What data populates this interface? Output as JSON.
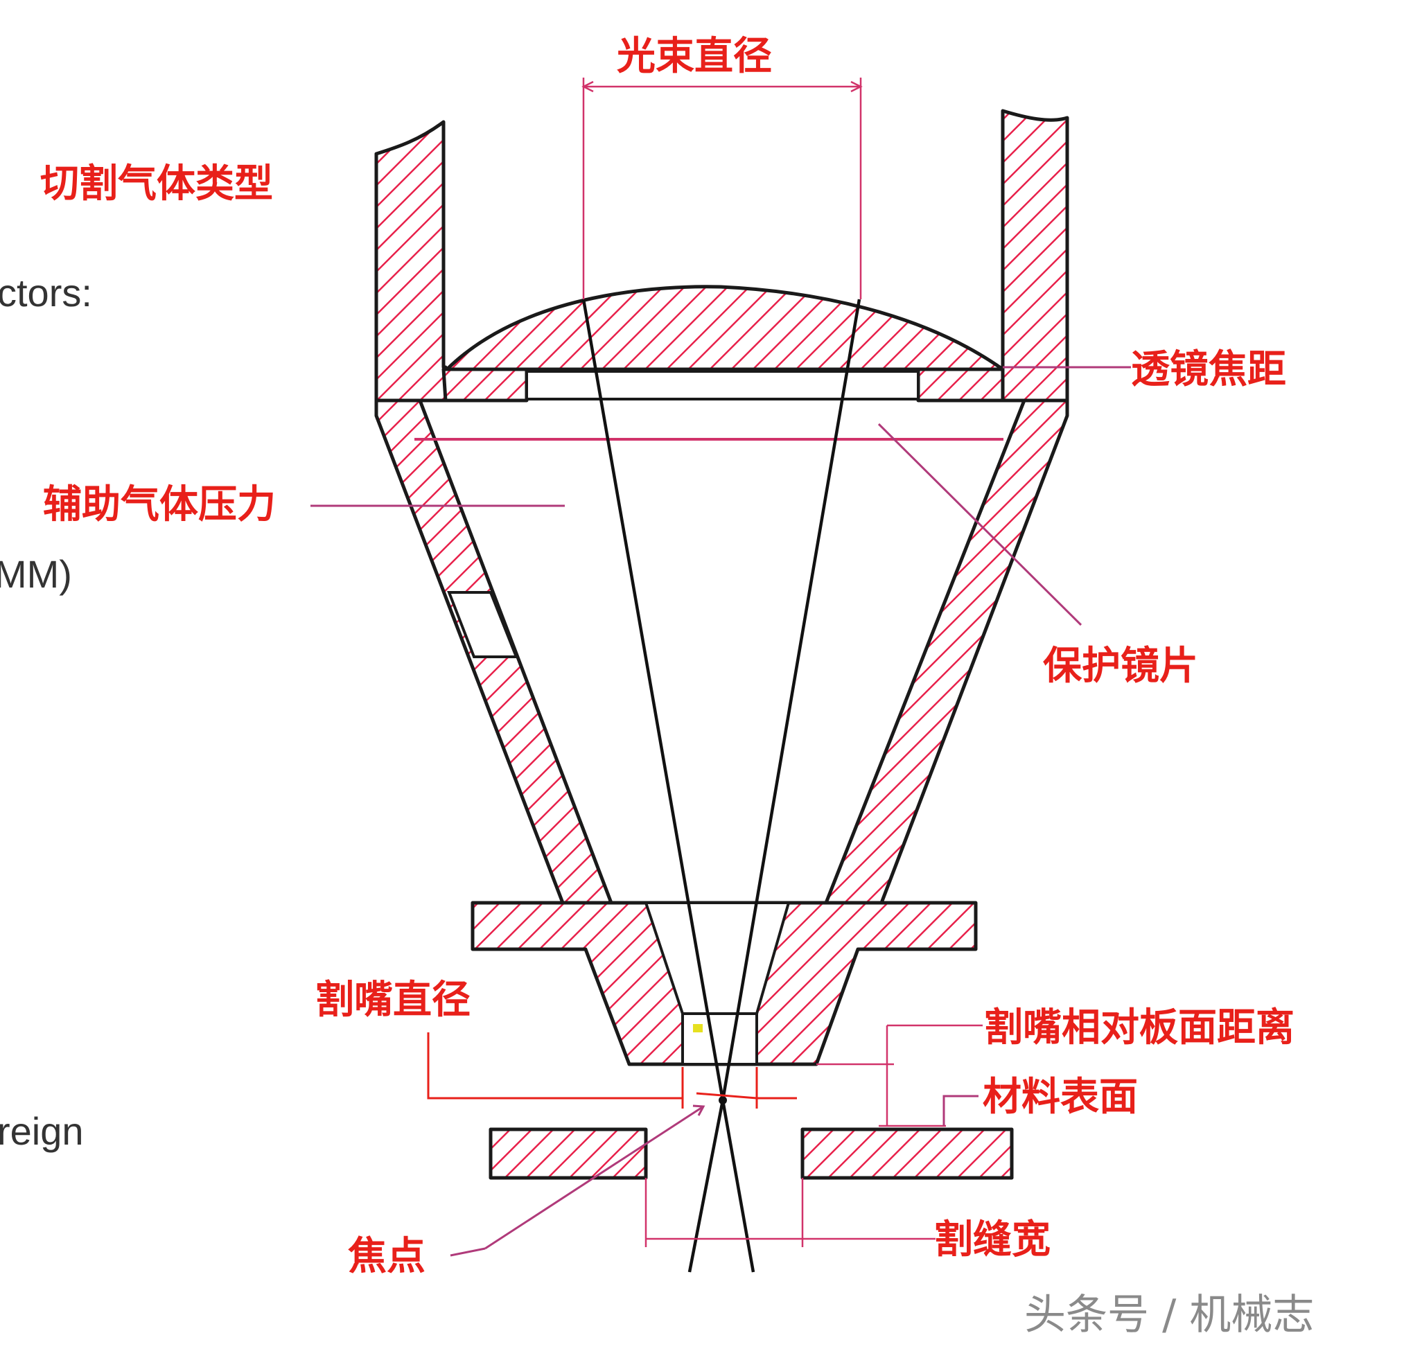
{
  "labels": {
    "beam_diameter": "光束直径",
    "cutting_gas_type": "切割气体类型",
    "lens_focal_length": "透镜焦距",
    "assist_gas_pressure": "辅助气体压力",
    "protective_lens": "保护镜片",
    "nozzle_diameter": "割嘴直径",
    "nozzle_to_plate_distance": "割嘴相对板面距离",
    "material_surface": "材料表面",
    "focus_point": "焦点",
    "kerf_width": "割缝宽"
  },
  "background_text": {
    "line1": "ctors:",
    "line2": "MM)",
    "line3": "reign"
  },
  "watermark": "头条号 / 机械志",
  "colors": {
    "label": "#e8201a",
    "hatch": "#e8204a",
    "leader": "#b03a7a",
    "dimension": "#d1336a",
    "outline": "#1a1a1a"
  }
}
